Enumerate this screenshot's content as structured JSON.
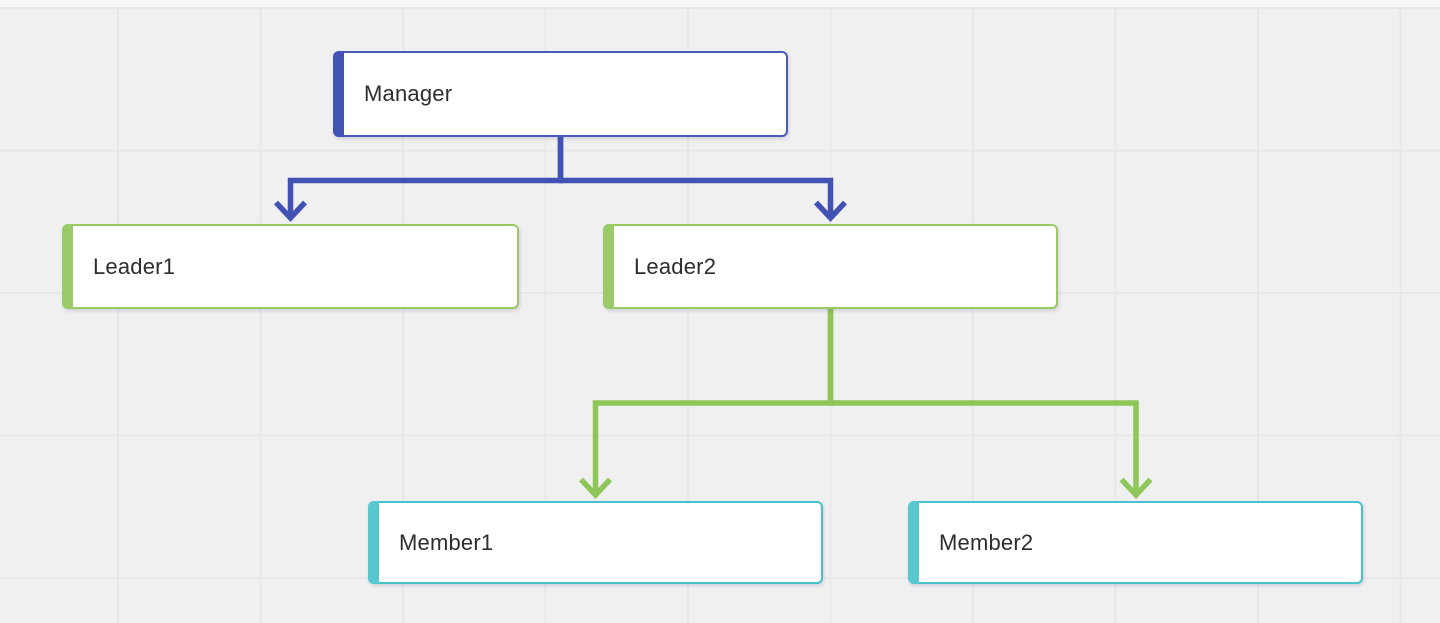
{
  "canvas": {
    "type": "org-chart-diagram",
    "background_color": "#f0f0f1",
    "grid_line_color": "#e7e7e9"
  },
  "colors": {
    "indigo_accent": "#4353b4",
    "indigo_border": "#4a59bb",
    "indigo_edge": "#4252b4",
    "green_accent": "#9bcb68",
    "green_border": "#9aca64",
    "green_edge": "#8ec65a",
    "teal_accent": "#58c7cf",
    "teal_border": "#45c2cc",
    "node_background": "#ffffff",
    "label_text": "#2d2d2d"
  },
  "nodes": [
    {
      "id": "manager",
      "label": "Manager",
      "level": 1,
      "accent_color": "#4353b4"
    },
    {
      "id": "leader1",
      "label": "Leader1",
      "level": 2,
      "accent_color": "#9bcb68"
    },
    {
      "id": "leader2",
      "label": "Leader2",
      "level": 2,
      "accent_color": "#9bcb68"
    },
    {
      "id": "member1",
      "label": "Member1",
      "level": 3,
      "accent_color": "#58c7cf"
    },
    {
      "id": "member2",
      "label": "Member2",
      "level": 3,
      "accent_color": "#58c7cf"
    }
  ],
  "edges": [
    {
      "from": "Manager",
      "to": "Leader1",
      "color": "#4252b4",
      "style": "elbow-arrow"
    },
    {
      "from": "Manager",
      "to": "Leader2",
      "color": "#4252b4",
      "style": "elbow-arrow"
    },
    {
      "from": "Leader2",
      "to": "Member1",
      "color": "#8ec65a",
      "style": "elbow-arrow"
    },
    {
      "from": "Leader2",
      "to": "Member2",
      "color": "#8ec65a",
      "style": "elbow-arrow"
    }
  ]
}
